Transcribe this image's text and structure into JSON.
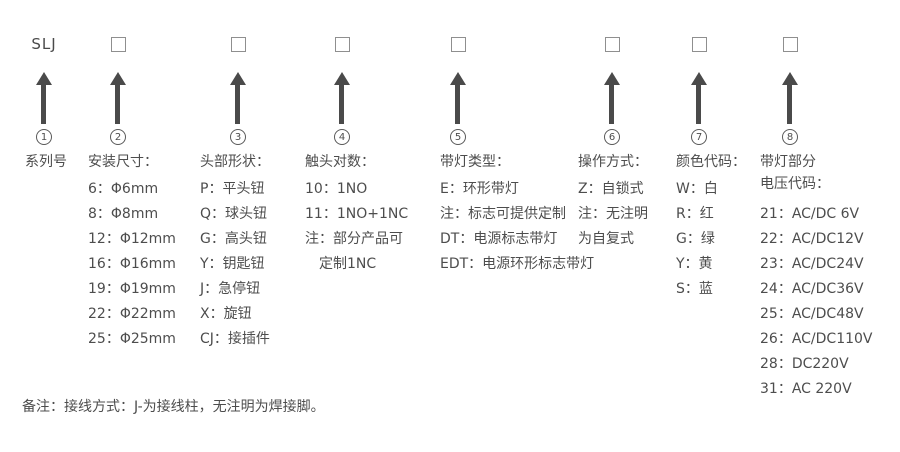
{
  "note": "备注：接线方式：J-为接线柱，无注明为焊接脚。",
  "columns": [
    {
      "name": "series",
      "top_label": "SLJ",
      "number": "1",
      "heading": "系列号",
      "items": []
    },
    {
      "name": "mounting-size",
      "checkbox": true,
      "number": "2",
      "heading": "安装尺寸：",
      "items": [
        "6：Φ6mm",
        "8：Φ8mm",
        "12：Φ12mm",
        "16：Φ16mm",
        "19：Φ19mm",
        "22：Φ22mm",
        "25：Φ25mm"
      ]
    },
    {
      "name": "head-shape",
      "checkbox": true,
      "number": "3",
      "heading": "头部形状：",
      "items": [
        "P：平头钮",
        "Q：球头钮",
        "G：高头钮",
        "Y：钥匙钮",
        "J：急停钮",
        "X：旋钮",
        "CJ：接插件"
      ]
    },
    {
      "name": "contact-pairs",
      "checkbox": true,
      "number": "4",
      "heading": "触头对数：",
      "items": [
        "10：1NO",
        "11：1NO+1NC",
        "注：部分产品可",
        "　定制1NC"
      ]
    },
    {
      "name": "lamp-type",
      "checkbox": true,
      "number": "5",
      "heading": "带灯类型：",
      "items": [
        "E：环形带灯",
        "注：标志可提供定制",
        "DT：电源标志带灯",
        "EDT：电源环形标志带灯"
      ]
    },
    {
      "name": "operation-mode",
      "checkbox": true,
      "number": "6",
      "heading": "操作方式：",
      "items": [
        "Z：自锁式",
        "注：无注明",
        "为自复式"
      ]
    },
    {
      "name": "color-code",
      "checkbox": true,
      "number": "7",
      "heading": "颜色代码：",
      "items": [
        "W：白",
        "R：红",
        "G：绿",
        "Y：黄",
        "S：蓝"
      ]
    },
    {
      "name": "lamp-voltage-code",
      "checkbox": true,
      "number": "8",
      "heading": "带灯部分",
      "subheading": "电压代码：",
      "items": [
        "21：AC/DC 6V",
        "22：AC/DC12V",
        "23：AC/DC24V",
        "24：AC/DC36V",
        "25：AC/DC48V",
        "26：AC/DC110V",
        "28：DC220V",
        "31：AC 220V"
      ]
    }
  ]
}
